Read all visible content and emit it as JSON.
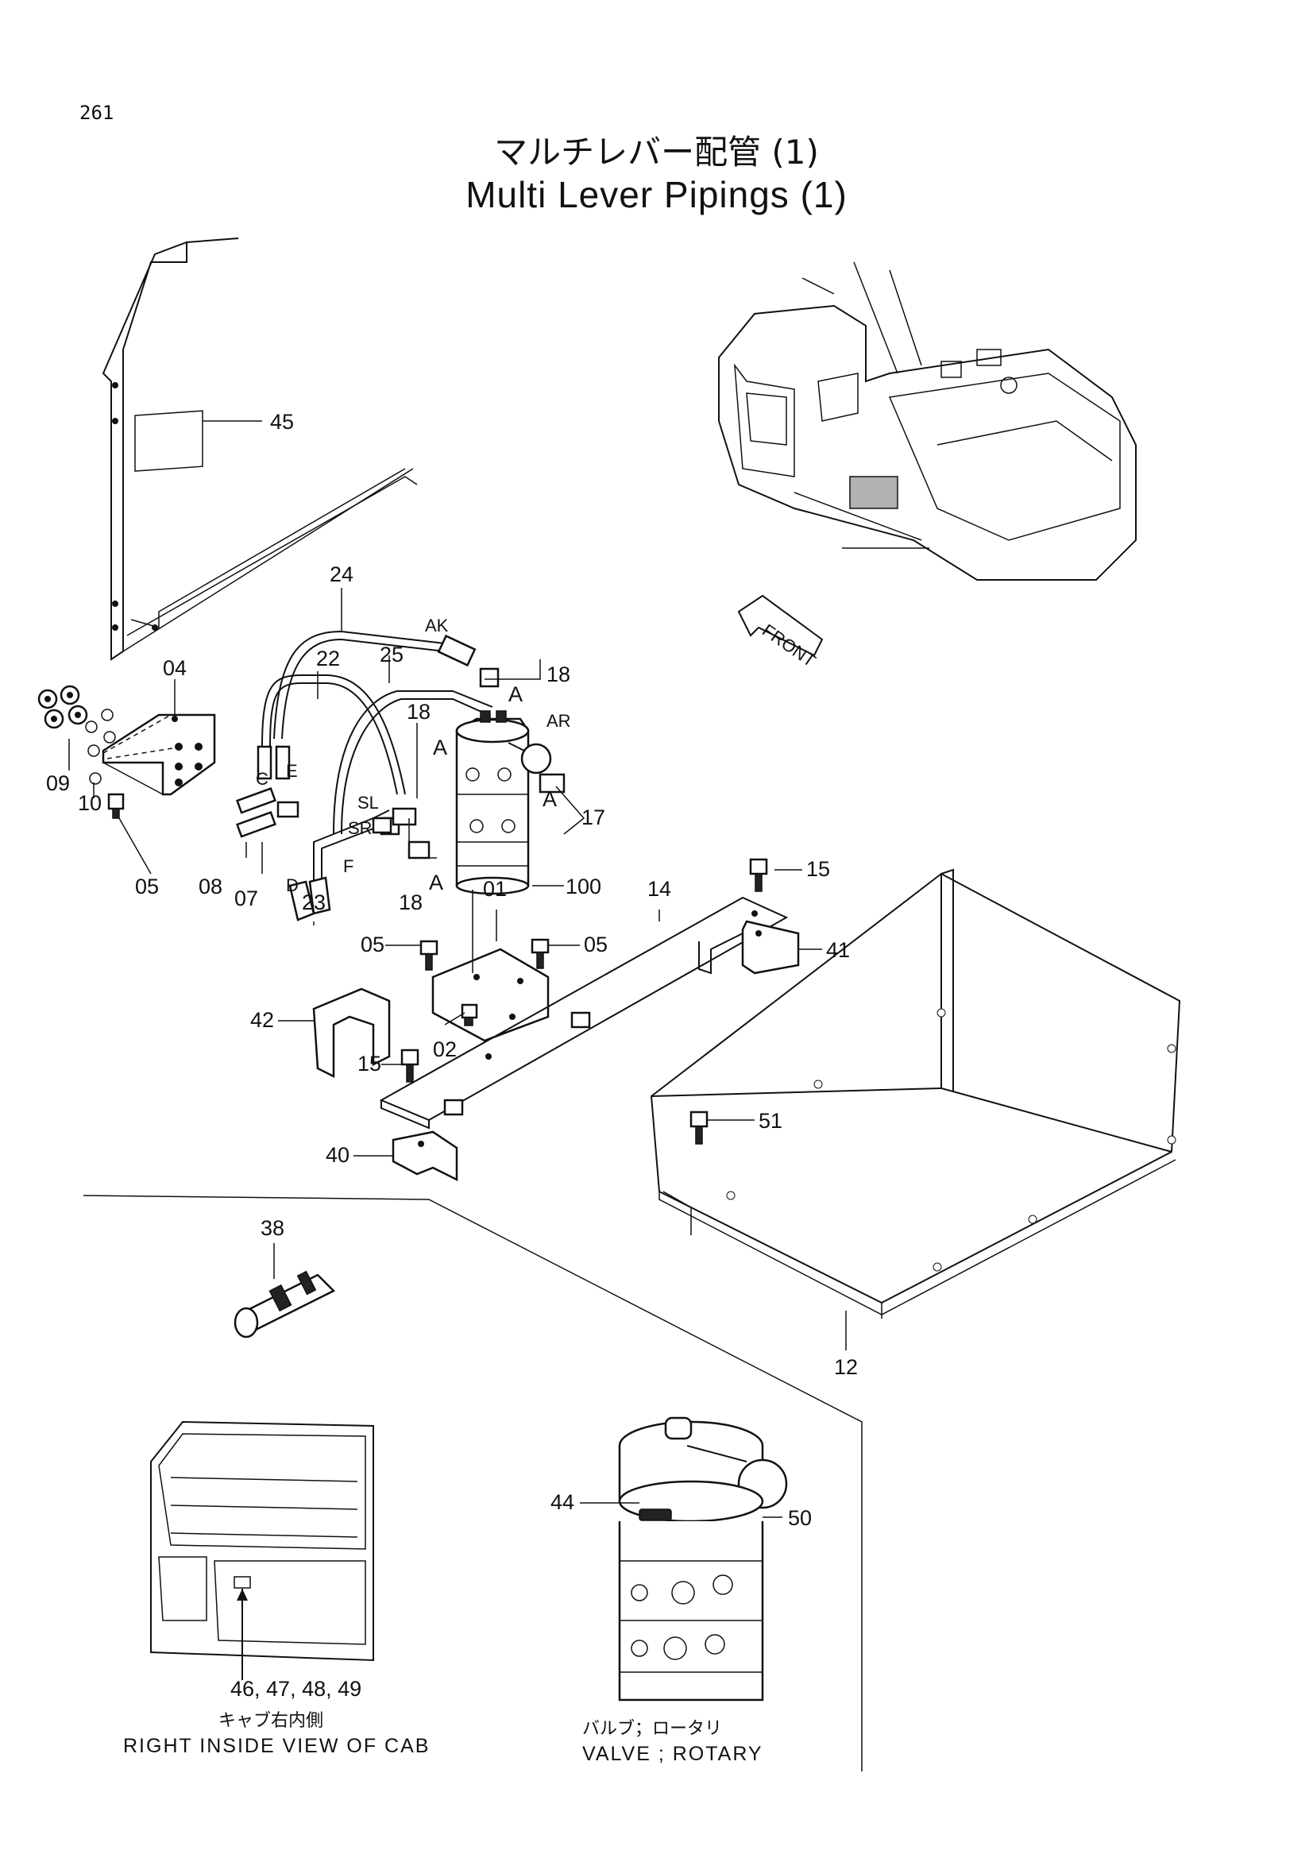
{
  "page_number": "261",
  "title_jp": "マルチレバー配管 (1)",
  "title_en": "Multi Lever Pipings (1)",
  "front_label": "FRONT",
  "part_numbers": {
    "p45": "45",
    "p24": "24",
    "p22": "22",
    "p25": "25",
    "p04": "04",
    "p18a": "18",
    "p18b": "18",
    "p18c": "18",
    "p09": "09",
    "p10": "10",
    "p05a": "05",
    "p08": "08",
    "p07": "07",
    "p23": "23",
    "p17": "17",
    "p100": "100",
    "p01": "01",
    "p05b": "05",
    "p05c": "05",
    "p14": "14",
    "p15a": "15",
    "p41": "41",
    "p42": "42",
    "p02": "02",
    "p15b": "15",
    "p51": "51",
    "p40": "40",
    "p38": "38",
    "p12": "12",
    "p44": "44",
    "p50": "50"
  },
  "port_labels": {
    "ak": "AK",
    "ar": "AR",
    "c": "C",
    "e": "E",
    "sl": "SL",
    "sr": "SR",
    "d": "D",
    "f": "F",
    "a1": "A",
    "a2": "A",
    "a3": "A",
    "a4": "A"
  },
  "cab_view": {
    "parts": "46, 47, 48, 49",
    "caption_jp": "キャブ右内側",
    "caption_en": "RIGHT INSIDE VIEW OF CAB"
  },
  "valve_view": {
    "caption_jp": "バルブ；ロータリ",
    "caption_en": "VALVE ; ROTARY"
  }
}
